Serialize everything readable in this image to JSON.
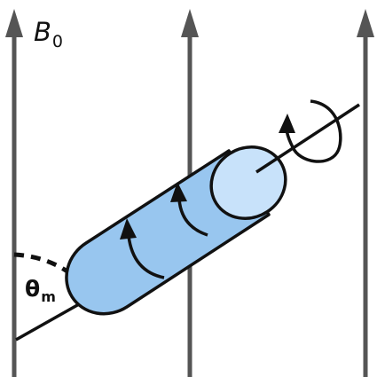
{
  "field": {
    "symbol": "B",
    "subscript": "0"
  },
  "angle": {
    "symbol": "θ",
    "subscript": "m"
  },
  "colors": {
    "field_lines": "#555555",
    "rotor_body": "#98c6ef",
    "rotor_end": "#c8e2fa",
    "outline": "#111111"
  }
}
